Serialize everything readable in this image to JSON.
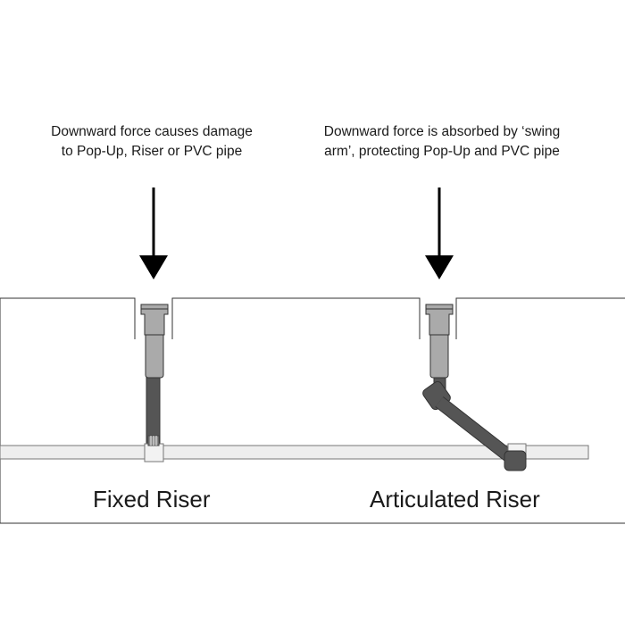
{
  "captions": {
    "fixed": {
      "line1": "Downward force causes damage",
      "line2": "to Pop-Up, Riser or PVC pipe"
    },
    "articulated": {
      "line1": "Downward force is absorbed by ‘swing",
      "line2": "arm’, protecting Pop-Up and PVC pipe"
    }
  },
  "labels": {
    "fixed": "Fixed Riser",
    "articulated": "Articulated Riser"
  },
  "colors": {
    "outline": "#333333",
    "pipe_fill": "#eeeeee",
    "popup_fill": "#aaaaaa",
    "riser_fill": "#555555",
    "arrow": "#000000"
  }
}
